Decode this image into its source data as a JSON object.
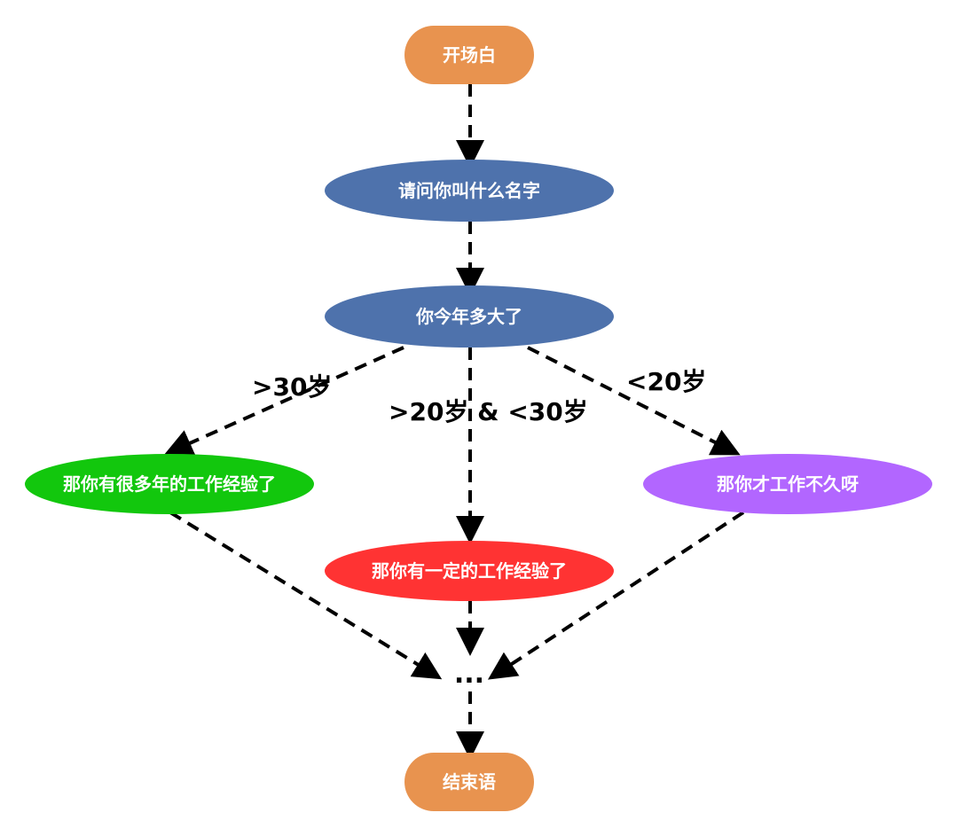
{
  "colors": {
    "orange": "#E8934F",
    "blue": "#4E72AC",
    "green": "#12C70D",
    "red": "#FF3333",
    "purple": "#B266FF",
    "text": "#ffffff",
    "line": "#000000"
  },
  "nodes": {
    "start": "开场白",
    "ask_name": "请问你叫什么名字",
    "ask_age": "你今年多大了",
    "over30": "那你有很多年的工作经验了",
    "between": "那你有一定的工作经验了",
    "under20": "那你才工作不久呀",
    "ellipsis": "...",
    "end": "结束语"
  },
  "edge_labels": {
    "over30": ">30岁",
    "between": ">20岁 & <30岁",
    "under20": "<20岁"
  }
}
